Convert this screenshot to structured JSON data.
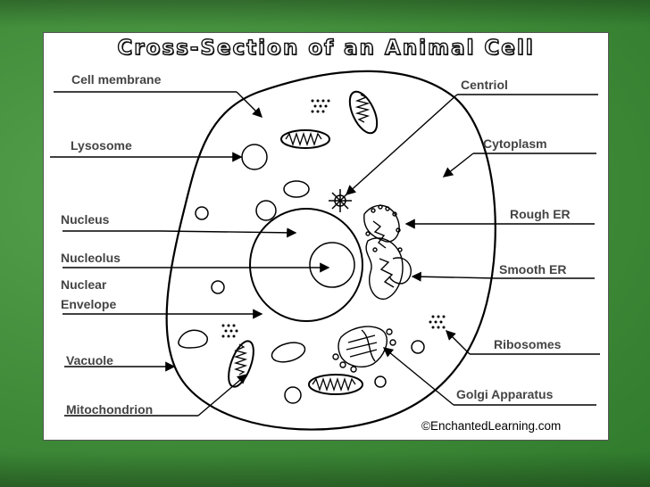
{
  "title": "Cross-Section of an Animal Cell",
  "labels": {
    "cell_membrane": "Cell membrane",
    "lysosome": "Lysosome",
    "nucleus": "Nucleus",
    "nucleolus": "Nucleolus",
    "nuclear_envelope_1": "Nuclear",
    "nuclear_envelope_2": "Envelope",
    "vacuole": "Vacuole",
    "mitochondrion": "Mitochondrion",
    "centriol": "Centriol",
    "cytoplasm": "Cytoplasm",
    "rough_er": "Rough ER",
    "smooth_er": "Smooth ER",
    "ribosomes": "Ribosomes",
    "golgi_apparatus": "Golgi Apparatus"
  },
  "credit": "©EnchantedLearning.com",
  "colors": {
    "background": "#3f8a3a",
    "card": "#ffffff",
    "label_text": "#444444"
  }
}
